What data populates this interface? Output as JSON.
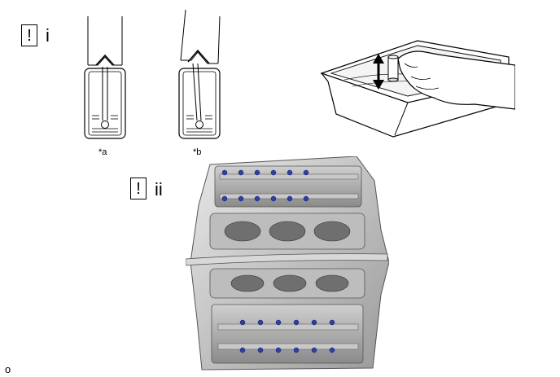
{
  "step_i": {
    "mark": "!",
    "label": "i"
  },
  "step_ii": {
    "mark": "!",
    "label": "ii"
  },
  "figure_labels": {
    "a": "*a",
    "b": "*b"
  },
  "corner_text": "o",
  "icons": [
    "lifter-aligned-figure",
    "lifter-tilted-figure",
    "oil-pan-hand-figure",
    "engine-cylinder-head-figure",
    "double-arrow-icon"
  ]
}
